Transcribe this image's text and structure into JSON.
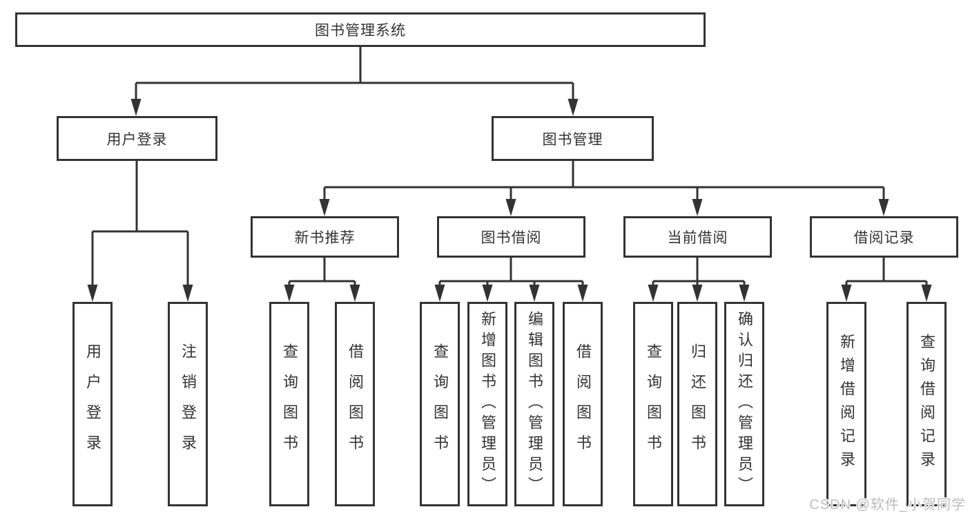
{
  "diagram": {
    "root": {
      "label": "图书管理系统"
    },
    "branches": [
      {
        "label": "用户登录",
        "children": [
          {
            "label": "用户登录"
          },
          {
            "label": "注销登录"
          }
        ]
      },
      {
        "label": "图书管理",
        "children": [
          {
            "label": "新书推荐",
            "children": [
              {
                "label": "查询图书"
              },
              {
                "label": "借阅图书"
              }
            ]
          },
          {
            "label": "图书借阅",
            "children": [
              {
                "label": "查询图书"
              },
              {
                "label": "新增图书（管理员）"
              },
              {
                "label": "编辑图书（管理员）"
              },
              {
                "label": "借阅图书"
              }
            ]
          },
          {
            "label": "当前借阅",
            "children": [
              {
                "label": "查询图书"
              },
              {
                "label": "归还图书"
              },
              {
                "label": "确认归还（管理员）"
              }
            ]
          },
          {
            "label": "借阅记录",
            "children": [
              {
                "label": "新增借阅记录"
              },
              {
                "label": "查询借阅记录"
              }
            ]
          }
        ]
      }
    ]
  },
  "watermark": {
    "text": "CSDN @软件_小贺同学"
  },
  "colors": {
    "line": "#333333",
    "box_border": "#333333",
    "background": "#ffffff",
    "watermark": "#bcbcbc"
  }
}
